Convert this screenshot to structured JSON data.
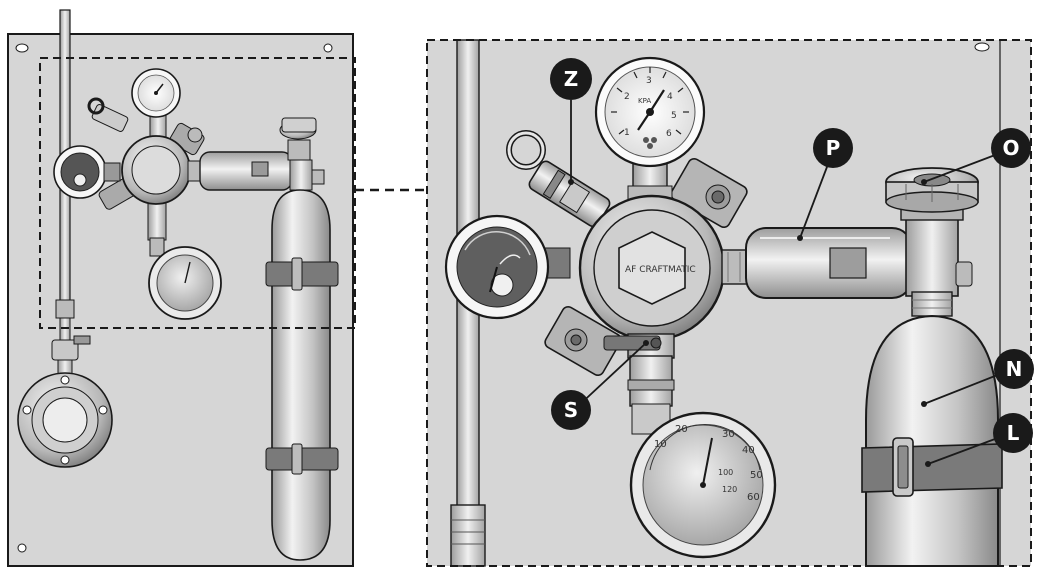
{
  "callouts": {
    "z": "Z",
    "p": "P",
    "o": "O",
    "n": "N",
    "l": "L",
    "s": "S"
  },
  "regulator": {
    "brand_text": "AF CRAFTMATIC",
    "gauge_unit_text": "KPA",
    "gauge_top_ticks": [
      "1",
      "2",
      "3",
      "4",
      "5",
      "6"
    ],
    "temp_gauge_ticks": [
      "10",
      "20",
      "30",
      "40",
      "50",
      "60",
      "100",
      "120"
    ]
  },
  "colors": {
    "line": "#1a1a1a",
    "panel": "#d6d6d6",
    "metal_light": "#e8e8e8",
    "metal_mid": "#bdbdbd",
    "metal_dark": "#6e6e6e",
    "strap": "#7a7a7a"
  }
}
